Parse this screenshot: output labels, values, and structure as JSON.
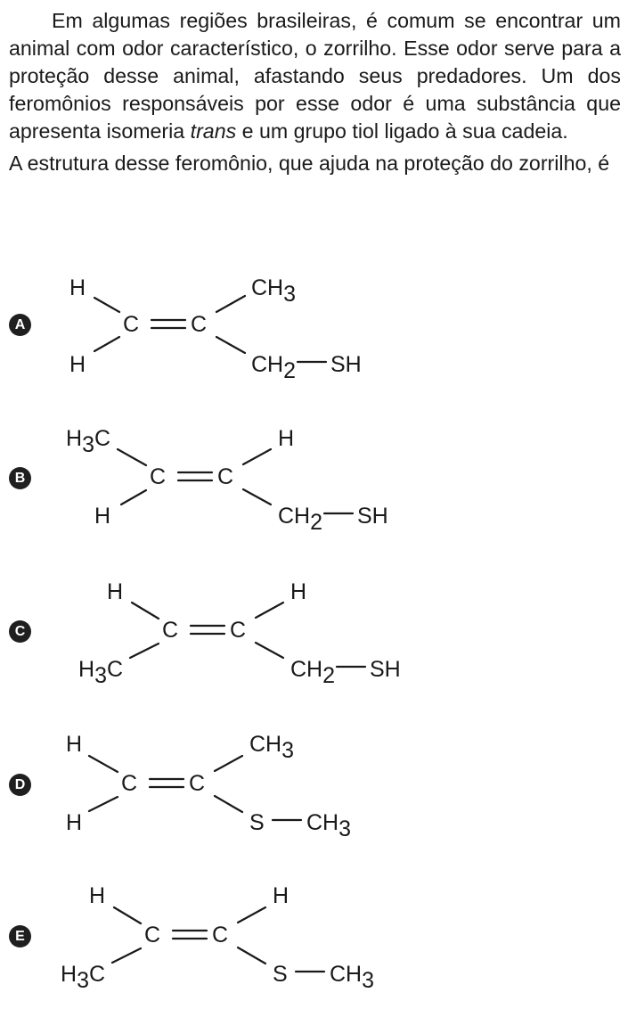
{
  "question": {
    "paragraph1_before_italic": "Em algumas regiões brasileiras, é comum se encontrar um animal com odor característico, o zorrilho. Esse odor serve para a proteção desse animal, afastando seus predadores. Um dos feromônios responsáveis por esse odor é uma substância que apresenta isomeria ",
    "paragraph1_italic": "trans",
    "paragraph1_after_italic": " e um grupo tiol ligado à sua cadeia.",
    "paragraph2": "A estrutura desse feromônio, que ajuda na proteção do zorrilho, é"
  },
  "options": [
    {
      "letter": "A",
      "top_left": "H",
      "bottom_left": "H",
      "double_bond": "C═C",
      "top_right": "CH3",
      "bottom_right": "CH2—SH"
    },
    {
      "letter": "B",
      "top_left": "H3C",
      "bottom_left": "H",
      "double_bond": "C═C",
      "top_right": "H",
      "bottom_right": "CH2—SH"
    },
    {
      "letter": "C",
      "top_left": "H",
      "bottom_left": "H3C",
      "double_bond": "C═C",
      "top_right": "H",
      "bottom_right": "CH2—SH"
    },
    {
      "letter": "D",
      "top_left": "H",
      "bottom_left": "H",
      "double_bond": "C═C",
      "top_right": "CH3",
      "bottom_right": "S—CH3"
    },
    {
      "letter": "E",
      "top_left": "H",
      "bottom_left": "H3C",
      "double_bond": "C═C",
      "top_right": "H",
      "bottom_right": "S—CH3"
    }
  ]
}
